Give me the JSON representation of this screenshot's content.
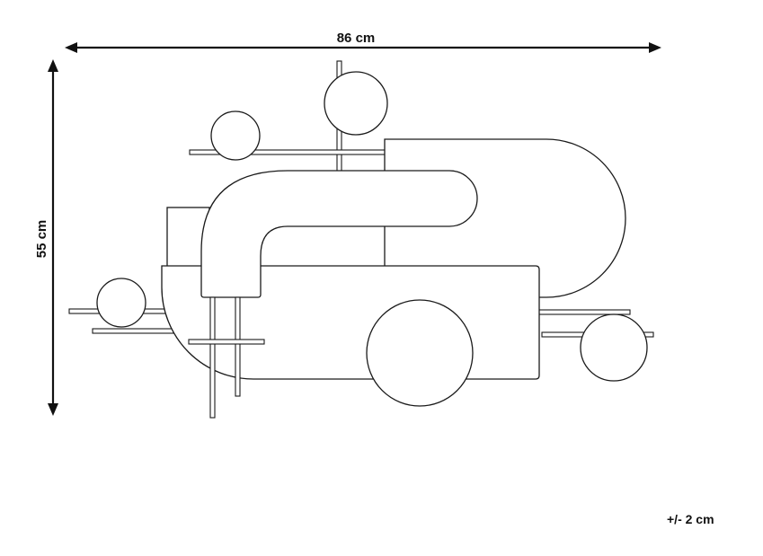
{
  "dimensions": {
    "width_label": "86 cm",
    "height_label": "55 cm",
    "tolerance_label": "+/- 2 cm"
  },
  "colors": {
    "line": "#1a1a1a",
    "background": "#ffffff"
  }
}
